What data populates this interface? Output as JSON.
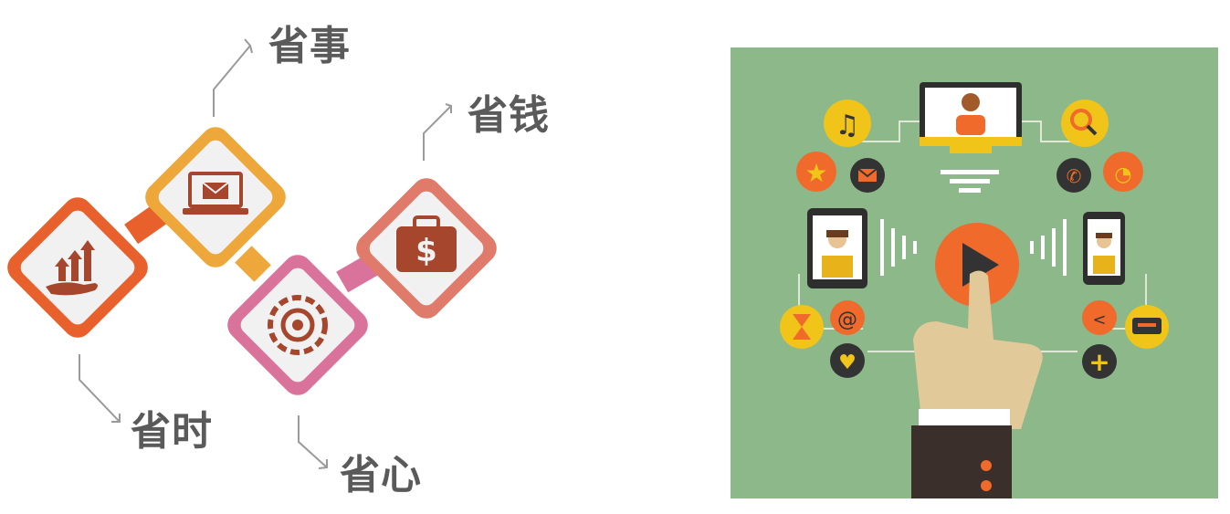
{
  "labels": {
    "shengshi": "省事",
    "shengqian": "省钱",
    "shengshi_time": "省时",
    "shengxin": "省心"
  },
  "colors": {
    "orange_red": "#e8602c",
    "amber": "#eea73a",
    "pink": "#d9739c",
    "coral": "#e07a6a",
    "icon_dark_red": "#a5462d",
    "panel_green": "#8cb88a",
    "label_gray": "#5a5a5a"
  },
  "icons": {
    "diamond_1": "growth-hand-icon",
    "diamond_2": "laptop-mail-icon",
    "diamond_3": "gear-icon",
    "diamond_4": "money-bag-icon",
    "illustration": [
      "music-icon",
      "star-icon",
      "mail-icon",
      "monitor-person-icon",
      "search-icon",
      "phone-icon",
      "rss-icon",
      "smartphone-person-icon",
      "play-button-icon",
      "hourglass-icon",
      "at-icon",
      "heart-icon",
      "share-icon",
      "chat-icon",
      "plus-icon",
      "pointing-hand-icon"
    ]
  }
}
